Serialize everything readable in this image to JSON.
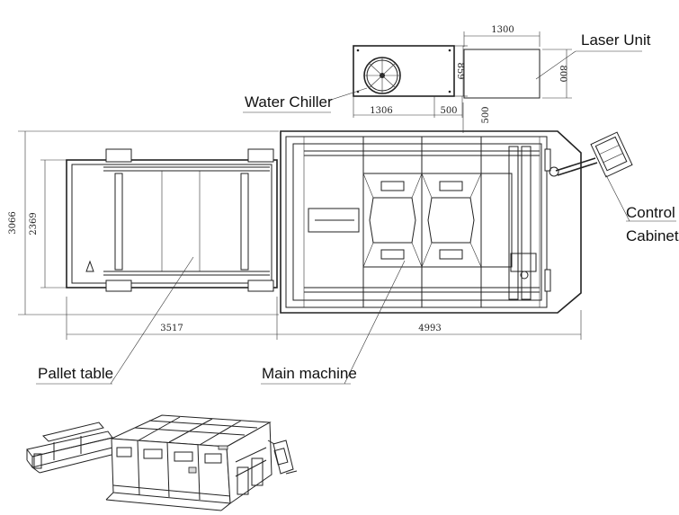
{
  "labels": {
    "laser_unit": "Laser Unit",
    "water_chiller": "Water Chiller",
    "control_line1": "Control",
    "control_line2": "Cabinet",
    "pallet_table": "Pallet table",
    "main_machine": "Main machine"
  },
  "dimensions": {
    "laser_width": "1300",
    "laser_height": "800",
    "chiller_height": "859",
    "chiller_width": "1306",
    "gap_500_h": "500",
    "gap_500_v": "500",
    "overall_height": "3066",
    "pallet_height": "2369",
    "pallet_length": "3517",
    "machine_length": "4993"
  }
}
